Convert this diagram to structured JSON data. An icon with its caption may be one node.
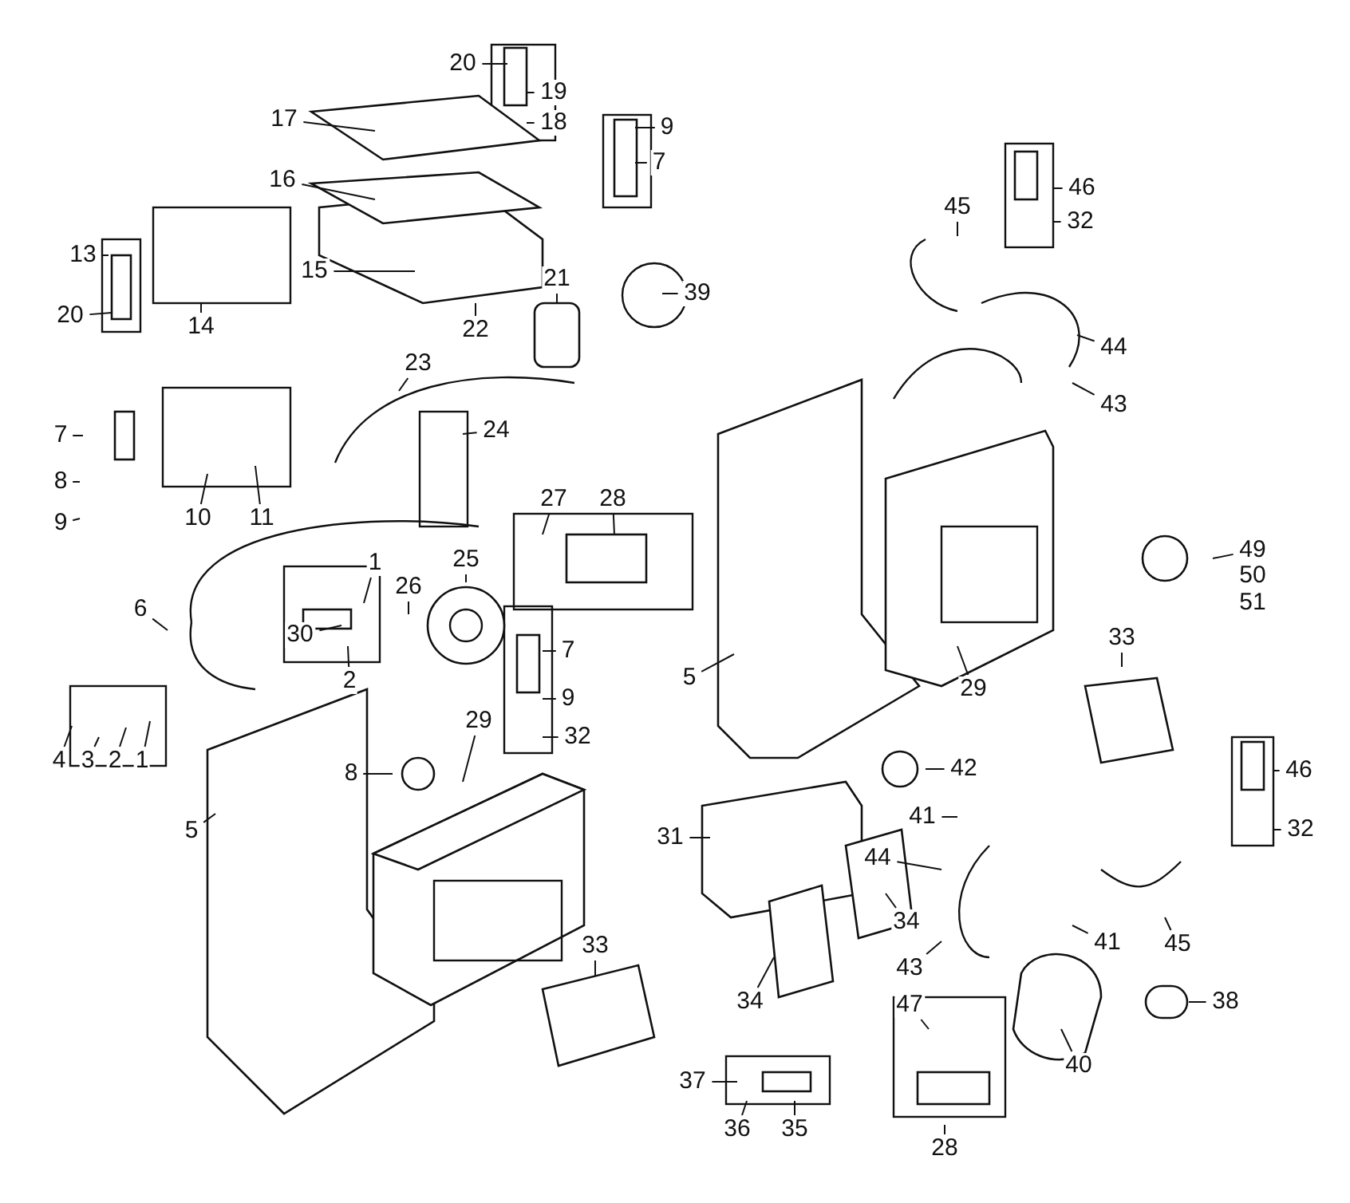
{
  "diagram": {
    "nodes": [
      {
        "text": [
          "20"
        ]
      },
      {
        "text": [
          "19"
        ]
      },
      {
        "text": [
          "18"
        ]
      },
      {
        "text": [
          "17"
        ]
      },
      {
        "text": [
          "9"
        ]
      },
      {
        "text": [
          "7"
        ]
      },
      {
        "text": [
          "16"
        ]
      },
      {
        "text": [
          "13"
        ]
      },
      {
        "text": [
          "15"
        ]
      },
      {
        "text": [
          "20"
        ]
      },
      {
        "text": [
          "14"
        ]
      },
      {
        "text": [
          "21"
        ]
      },
      {
        "text": [
          "39"
        ]
      },
      {
        "text": [
          "22"
        ]
      },
      {
        "text": [
          "46"
        ]
      },
      {
        "text": [
          "45"
        ]
      },
      {
        "text": [
          "32"
        ]
      },
      {
        "text": [
          "44"
        ]
      },
      {
        "text": [
          "43"
        ]
      },
      {
        "text": [
          "23"
        ]
      },
      {
        "text": [
          "24"
        ]
      },
      {
        "text": [
          "7"
        ]
      },
      {
        "text": [
          "8"
        ]
      },
      {
        "text": [
          "9"
        ]
      },
      {
        "text": [
          "10"
        ]
      },
      {
        "text": [
          "11"
        ]
      },
      {
        "text": [
          "27"
        ]
      },
      {
        "text": [
          "28"
        ]
      },
      {
        "text": [
          "25"
        ]
      },
      {
        "text": [
          "1"
        ]
      },
      {
        "text": [
          "30"
        ]
      },
      {
        "text": [
          "26"
        ]
      },
      {
        "text": [
          "2"
        ]
      },
      {
        "text": [
          "6"
        ]
      },
      {
        "text": [
          "7"
        ]
      },
      {
        "text": [
          "9"
        ]
      },
      {
        "text": [
          "32"
        ]
      },
      {
        "text": [
          "49"
        ]
      },
      {
        "text": [
          "5"
        ]
      },
      {
        "text": [
          "29"
        ]
      },
      {
        "text": [
          "33"
        ]
      },
      {
        "text": [
          "4"
        ]
      },
      {
        "text": [
          "3"
        ]
      },
      {
        "text": [
          "2"
        ]
      },
      {
        "text": [
          "1"
        ]
      },
      {
        "text": [
          "5"
        ]
      },
      {
        "text": [
          "8"
        ]
      },
      {
        "text": [
          "29"
        ]
      },
      {
        "text": [
          "42"
        ]
      },
      {
        "text": [
          "46"
        ]
      },
      {
        "text": [
          "32"
        ]
      },
      {
        "text": [
          "41"
        ]
      },
      {
        "text": [
          "31"
        ]
      },
      {
        "text": [
          "44"
        ]
      },
      {
        "text": [
          "34"
        ]
      },
      {
        "text": [
          "43"
        ]
      },
      {
        "text": [
          "41"
        ]
      },
      {
        "text": [
          "45"
        ]
      },
      {
        "text": [
          "47"
        ]
      },
      {
        "text": [
          "38"
        ]
      },
      {
        "text": [
          "33"
        ]
      },
      {
        "text": [
          "34"
        ]
      },
      {
        "text": [
          "40"
        ]
      },
      {
        "text": [
          "37"
        ]
      },
      {
        "text": [
          "36"
        ]
      },
      {
        "text": [
          "35"
        ]
      },
      {
        "text": [
          "28"
        ]
      },
      {
        "text": [
          "50"
        ]
      },
      {
        "text": [
          "51"
        ]
      }
    ],
    "edges": [
      {
        "from": 0,
        "to": null,
        "arrow": "none"
      },
      {
        "from": 1,
        "to": null,
        "arrow": "none"
      },
      {
        "from": 2,
        "to": null,
        "arrow": "none"
      },
      {
        "from": 3,
        "to": null,
        "arrow": "none"
      },
      {
        "from": 4,
        "to": null,
        "arrow": "none"
      },
      {
        "from": 5,
        "to": null,
        "arrow": "none"
      },
      {
        "from": 6,
        "to": null,
        "arrow": "none"
      },
      {
        "from": 7,
        "to": null,
        "arrow": "none"
      },
      {
        "from": 8,
        "to": null,
        "arrow": "none"
      },
      {
        "from": 9,
        "to": null,
        "arrow": "none"
      },
      {
        "from": 10,
        "to": null,
        "arrow": "none"
      },
      {
        "from": 11,
        "to": null,
        "arrow": "none"
      },
      {
        "from": 12,
        "to": null,
        "arrow": "none"
      },
      {
        "from": 13,
        "to": null,
        "arrow": "none"
      },
      {
        "from": 14,
        "to": null,
        "arrow": "none"
      },
      {
        "from": 15,
        "to": null,
        "arrow": "none"
      },
      {
        "from": 16,
        "to": null,
        "arrow": "none"
      },
      {
        "from": 17,
        "to": null,
        "arrow": "none"
      },
      {
        "from": 18,
        "to": null,
        "arrow": "none"
      },
      {
        "from": 19,
        "to": null,
        "arrow": "none"
      },
      {
        "from": 20,
        "to": null,
        "arrow": "none"
      },
      {
        "from": 21,
        "to": null,
        "arrow": "none"
      },
      {
        "from": 22,
        "to": null,
        "arrow": "none"
      },
      {
        "from": 23,
        "to": null,
        "arrow": "none"
      },
      {
        "from": 24,
        "to": null,
        "arrow": "none"
      },
      {
        "from": 25,
        "to": null,
        "arrow": "none"
      },
      {
        "from": 26,
        "to": null,
        "arrow": "none"
      },
      {
        "from": 27,
        "to": null,
        "arrow": "none"
      },
      {
        "from": 28,
        "to": null,
        "arrow": "none"
      },
      {
        "from": 29,
        "to": null,
        "arrow": "none"
      },
      {
        "from": 30,
        "to": null,
        "arrow": "none"
      },
      {
        "from": 31,
        "to": null,
        "arrow": "none"
      },
      {
        "from": 32,
        "to": null,
        "arrow": "none"
      },
      {
        "from": 33,
        "to": null,
        "arrow": "none"
      },
      {
        "from": 34,
        "to": null,
        "arrow": "none"
      },
      {
        "from": 35,
        "to": null,
        "arrow": "none"
      },
      {
        "from": 36,
        "to": null,
        "arrow": "none"
      },
      {
        "from": 37,
        "to": null,
        "arrow": "none"
      },
      {
        "from": 38,
        "to": null,
        "arrow": "none"
      },
      {
        "from": 39,
        "to": null,
        "arrow": "none"
      },
      {
        "from": 40,
        "to": null,
        "arrow": "none"
      },
      {
        "from": 41,
        "to": null,
        "arrow": "none"
      },
      {
        "from": 42,
        "to": null,
        "arrow": "none"
      },
      {
        "from": 43,
        "to": null,
        "arrow": "none"
      },
      {
        "from": 44,
        "to": null,
        "arrow": "none"
      },
      {
        "from": 45,
        "to": null,
        "arrow": "none"
      },
      {
        "from": 46,
        "to": null,
        "arrow": "none"
      },
      {
        "from": 47,
        "to": null,
        "arrow": "none"
      },
      {
        "from": 48,
        "to": null,
        "arrow": "none"
      },
      {
        "from": 49,
        "to": null,
        "arrow": "none"
      },
      {
        "from": 50,
        "to": null,
        "arrow": "none"
      },
      {
        "from": 51,
        "to": null,
        "arrow": "none"
      },
      {
        "from": 52,
        "to": null,
        "arrow": "none"
      },
      {
        "from": 53,
        "to": null,
        "arrow": "none"
      },
      {
        "from": 54,
        "to": null,
        "arrow": "none"
      },
      {
        "from": 55,
        "to": null,
        "arrow": "none"
      },
      {
        "from": 56,
        "to": null,
        "arrow": "none"
      },
      {
        "from": 57,
        "to": null,
        "arrow": "none"
      },
      {
        "from": 58,
        "to": null,
        "arrow": "none"
      },
      {
        "from": 59,
        "to": null,
        "arrow": "none"
      },
      {
        "from": 60,
        "to": null,
        "arrow": "none"
      },
      {
        "from": 61,
        "to": null,
        "arrow": "none"
      },
      {
        "from": 62,
        "to": null,
        "arrow": "none"
      },
      {
        "from": 63,
        "to": null,
        "arrow": "none"
      },
      {
        "from": 64,
        "to": null,
        "arrow": "none"
      },
      {
        "from": 65,
        "to": null,
        "arrow": "none"
      },
      {
        "from": 66,
        "to": null,
        "arrow": "none"
      }
    ]
  }
}
